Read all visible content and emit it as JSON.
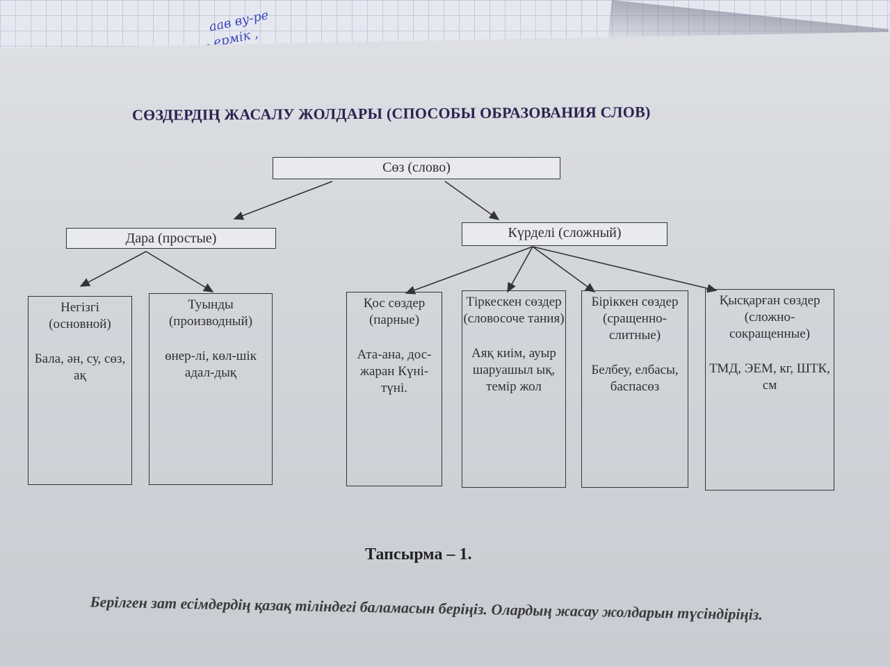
{
  "notebook": {
    "scribble_1": "аав ву-ре",
    "scribble_2": "жоо — ермік ,"
  },
  "title": "СӨЗДЕРДІҢ ЖАСАЛУ ЖОЛДАРЫ (СПОСОБЫ ОБРАЗОВАНИЯ СЛОВ)",
  "diagram": {
    "root": "Сөз (слово)",
    "simple": "Дара (простые)",
    "complex": "Күрделі (сложный)",
    "leaves": [
      {
        "name": "Негізгі",
        "sub": "(основной)",
        "ex": "Бала, ән, су, сөз, ақ"
      },
      {
        "name": "Туынды",
        "sub": "(производный)",
        "ex": "өнер-лі, көл-шік адал-дық"
      },
      {
        "name": "Қос сөздер",
        "sub": "(парные)",
        "ex": "Ата-ана, дос-жаран Күні-түні."
      },
      {
        "name": "Тіркескен сөздер",
        "sub": "(словосоче тания)",
        "ex": "Аяқ киім, ауыр шаруашыл ық, темір жол"
      },
      {
        "name": "Біріккен сөздер",
        "sub": "(сращенно-слитные)",
        "ex": "Белбеу, елбасы, баспасөз"
      },
      {
        "name": "Қысқарған сөздер",
        "sub": "(сложно-сокращенные)",
        "ex": "ТМД, ЭЕМ, кг, ШТК, см"
      }
    ]
  },
  "task": {
    "title": "Тапсырма – 1.",
    "text": "Берілген зат есімдердің қазақ тіліндегі баламасын беріңіз. Олардың жасау жолдарын түсіндіріңіз."
  }
}
